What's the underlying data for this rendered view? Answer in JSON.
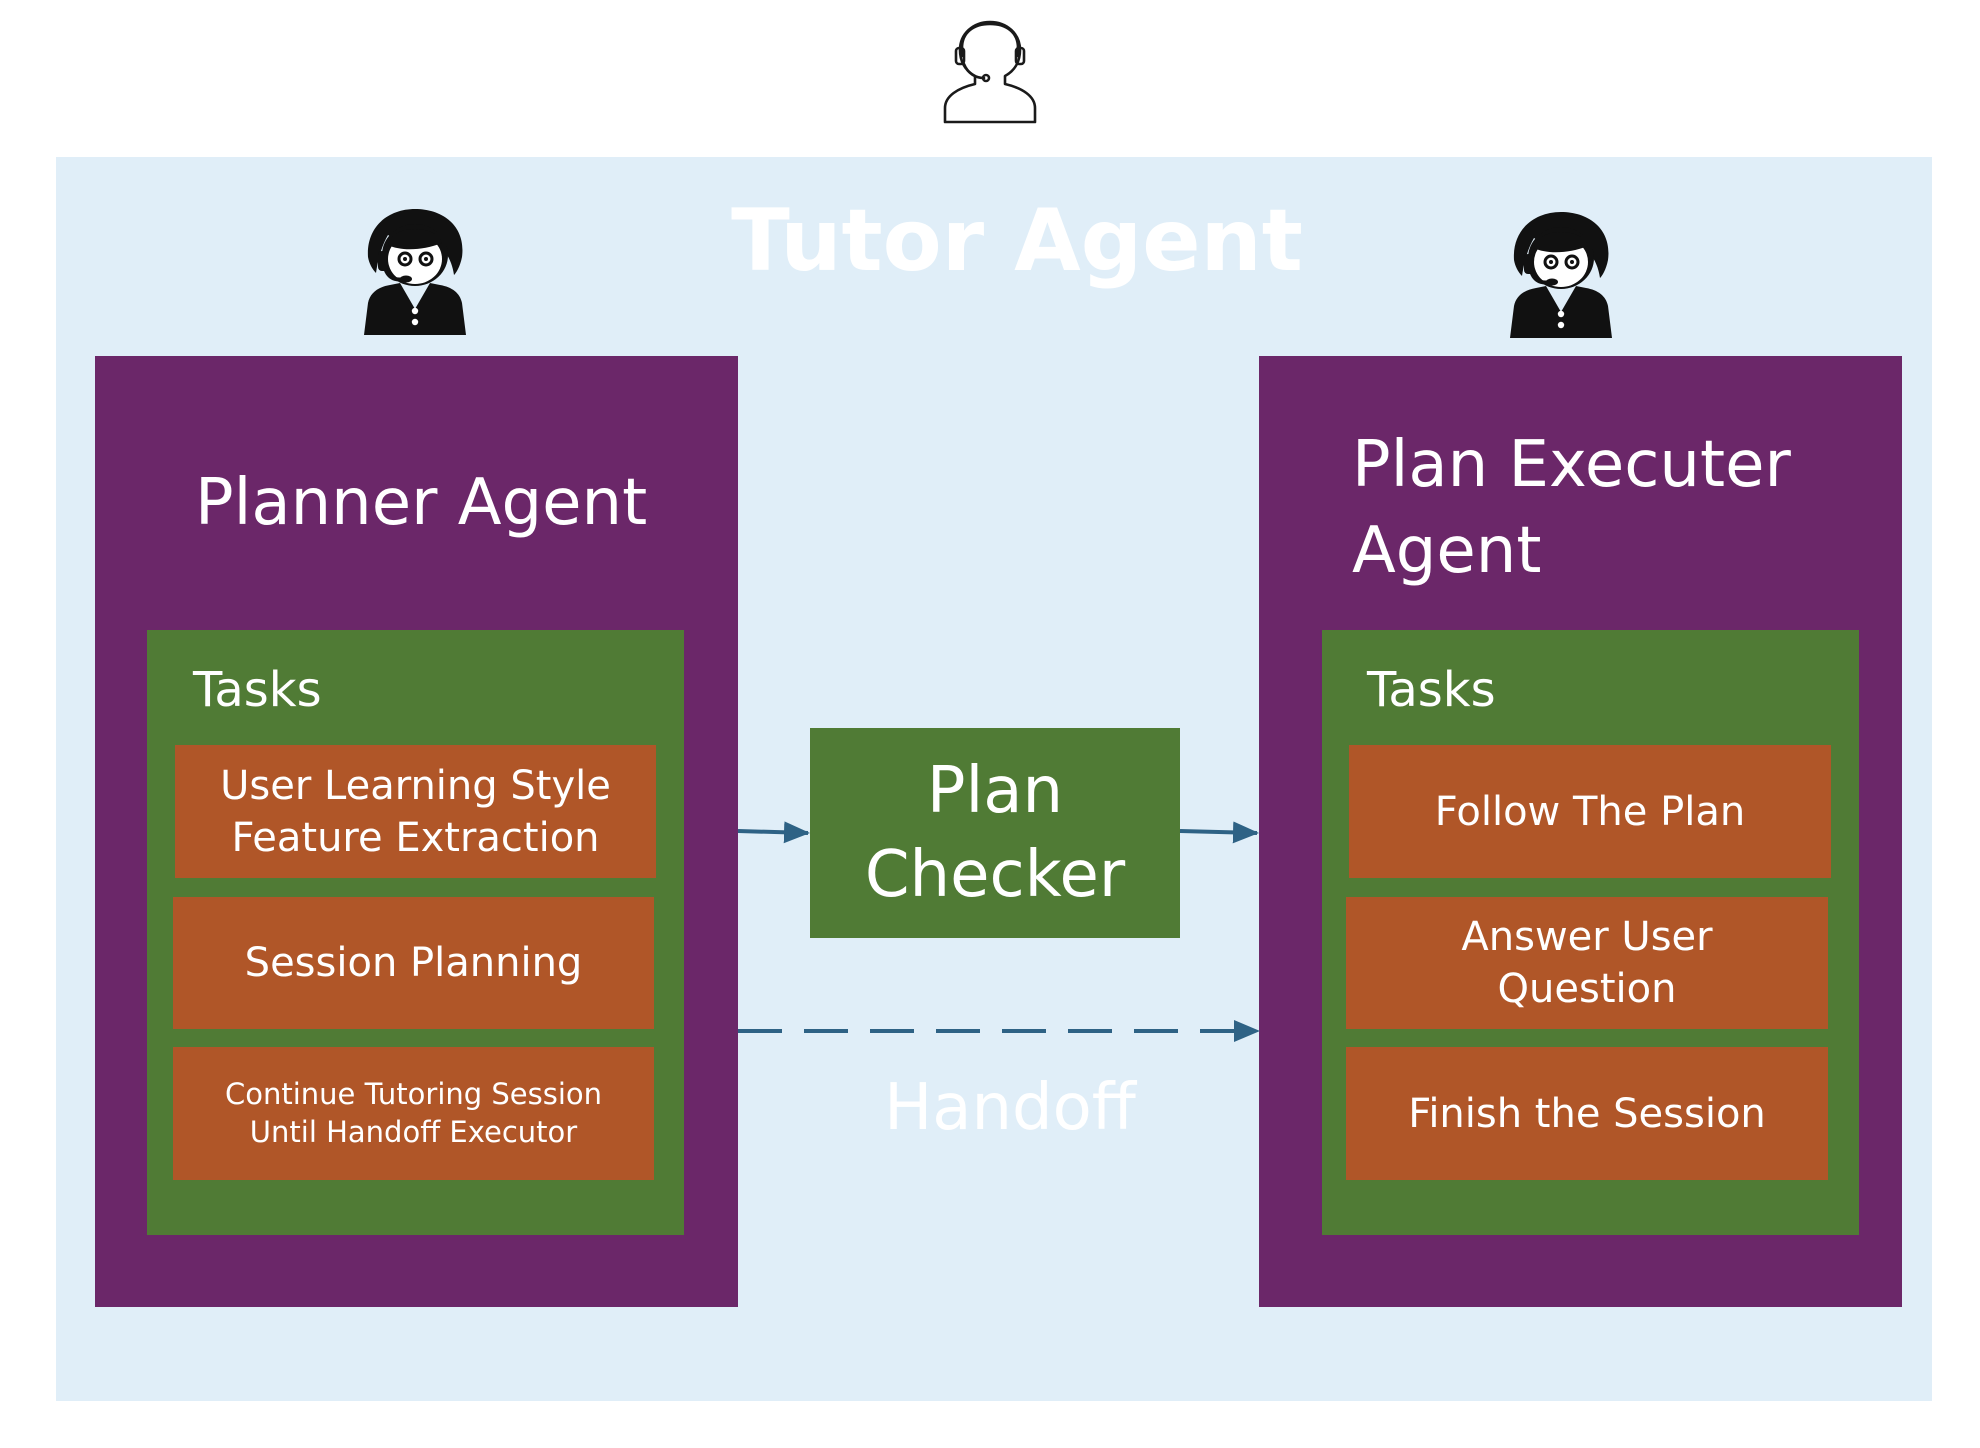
{
  "diagram": {
    "title": "Tutor Agent",
    "planner": {
      "title": "Planner Agent",
      "tasks_label": "Tasks",
      "tasks": [
        "User Learning Style Feature Extraction",
        "Session Planning",
        "Continue Tutoring Session Until Handoff Executor"
      ]
    },
    "plan_checker": "Plan Checker",
    "handoff": "Handoff",
    "executer": {
      "title": "Plan Executer Agent",
      "tasks_label": "Tasks",
      "tasks": [
        "Follow The Plan",
        "Answer User Question",
        "Finish the Session"
      ]
    }
  },
  "icons": {
    "user": "user-headset-outline-icon",
    "planner_agent": "support-agent-icon",
    "executer_agent": "support-agent-icon"
  },
  "colors": {
    "background": "#e0eef8",
    "agent_box": "#6b2769",
    "tasks_box": "#507b35",
    "task_item": "#b05628",
    "arrow": "#2e6285",
    "text": "#ffffff"
  }
}
